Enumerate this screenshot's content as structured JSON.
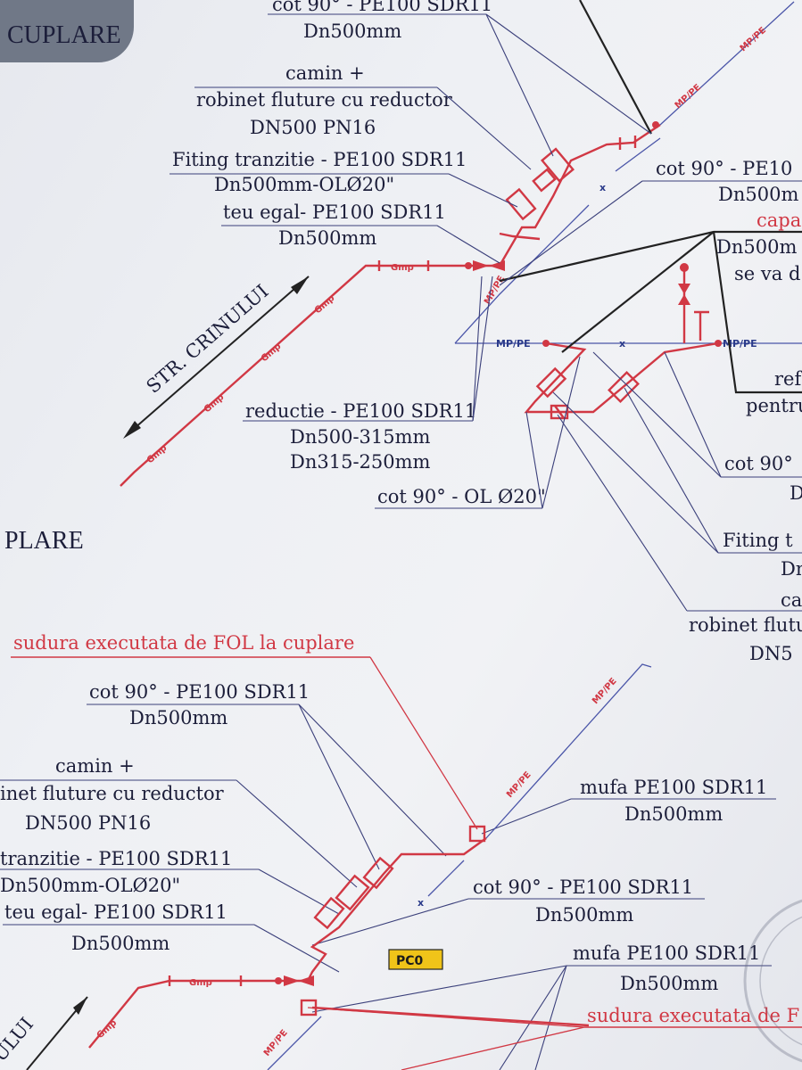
{
  "sheet_titles": {
    "top_left": "CUPLARE",
    "middle_left": "PLARE"
  },
  "street_labels": {
    "top": "STR. CRINULUI",
    "bottom": "ULUI"
  },
  "pipe_tags": {
    "gmp": "Gmp",
    "mp_pe": "MP/PE"
  },
  "top_annotations": [
    {
      "line1": "cot 90° - PE100 SDR11",
      "line2": "Dn500mm"
    },
    {
      "line1": "camin +",
      "line2": "robinet fluture cu reductor",
      "line3": "DN500 PN16"
    },
    {
      "line1": "Fiting tranzitie - PE100 SDR11",
      "line2": "Dn500mm-OLØ20\""
    },
    {
      "line1": "teu egal- PE100 SDR11",
      "line2": "Dn500mm"
    },
    {
      "line1": "reductie - PE100 SDR11",
      "line2": "Dn500-315mm",
      "line3": "Dn315-250mm"
    },
    {
      "line1": "cot 90° - OL Ø20\""
    }
  ],
  "right_annotations": [
    {
      "line1": "cot 90° - PE10",
      "line2": "Dn500m"
    },
    {
      "line1": "capa",
      "line2": "Dn500m",
      "line3": "se va d"
    },
    {
      "line1": "ref",
      "line2": "pentru"
    },
    {
      "line1": "cot 90°",
      "line2": "D"
    },
    {
      "line1": "Fiting t",
      "line2": "Dn"
    },
    {
      "line1": "ca",
      "line2": "robinet flutu",
      "line3": "DN5"
    }
  ],
  "bottom_annotations": [
    {
      "line1": "sudura executata de FOL la cuplare"
    },
    {
      "line1": "cot 90° - PE100 SDR11",
      "line2": "Dn500mm"
    },
    {
      "line1": "camin +",
      "line2": "inet fluture cu reductor",
      "line3": "DN500 PN16"
    },
    {
      "line1": "tranzitie - PE100 SDR11",
      "line2": "Dn500mm-OLØ20\""
    },
    {
      "line1": "teu egal- PE100 SDR11",
      "line2": "Dn500mm"
    },
    {
      "line1": "mufa PE100 SDR11",
      "line2": "Dn500mm"
    },
    {
      "line1": "cot 90° - PE100 SDR11",
      "line2": "Dn500mm"
    },
    {
      "line1": "mufa PE100 SDR11",
      "line2": "Dn500mm"
    },
    {
      "line1": "sudura executata de F"
    }
  ],
  "point_tag": "PC0",
  "colors": {
    "ink": "#1c1e3a",
    "gas_pipe": "#d13844",
    "leader": "#3a3f7a",
    "tag_bg": "#f0c419"
  }
}
